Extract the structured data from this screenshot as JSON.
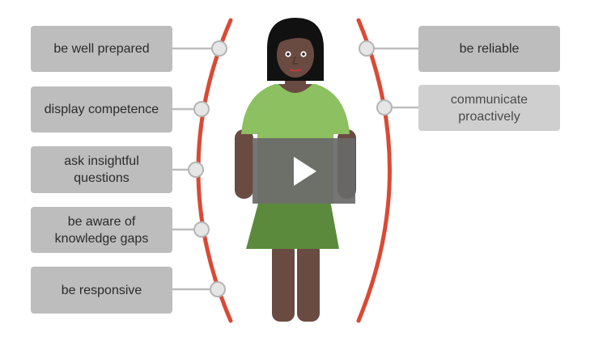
{
  "left_items": [
    {
      "label": "be well prepared"
    },
    {
      "label": "display competence"
    },
    {
      "label": "ask insightful questions"
    },
    {
      "label": "be aware of knowledge gaps"
    },
    {
      "label": "be responsive"
    }
  ],
  "right_items": [
    {
      "label": "be reliable"
    },
    {
      "label": "communicate proactively"
    }
  ],
  "colors": {
    "arc": "#d94a35",
    "label_bg": "#bdbdbe",
    "label_bg_light": "#cfcfd0",
    "connector": "#bdbdbe",
    "skin": "#6a4b42",
    "hair": "#111111",
    "shirt": "#8dc060",
    "skirt": "#5c8a3c",
    "play_overlay": "#696969"
  },
  "video": {
    "control": "play-icon"
  }
}
